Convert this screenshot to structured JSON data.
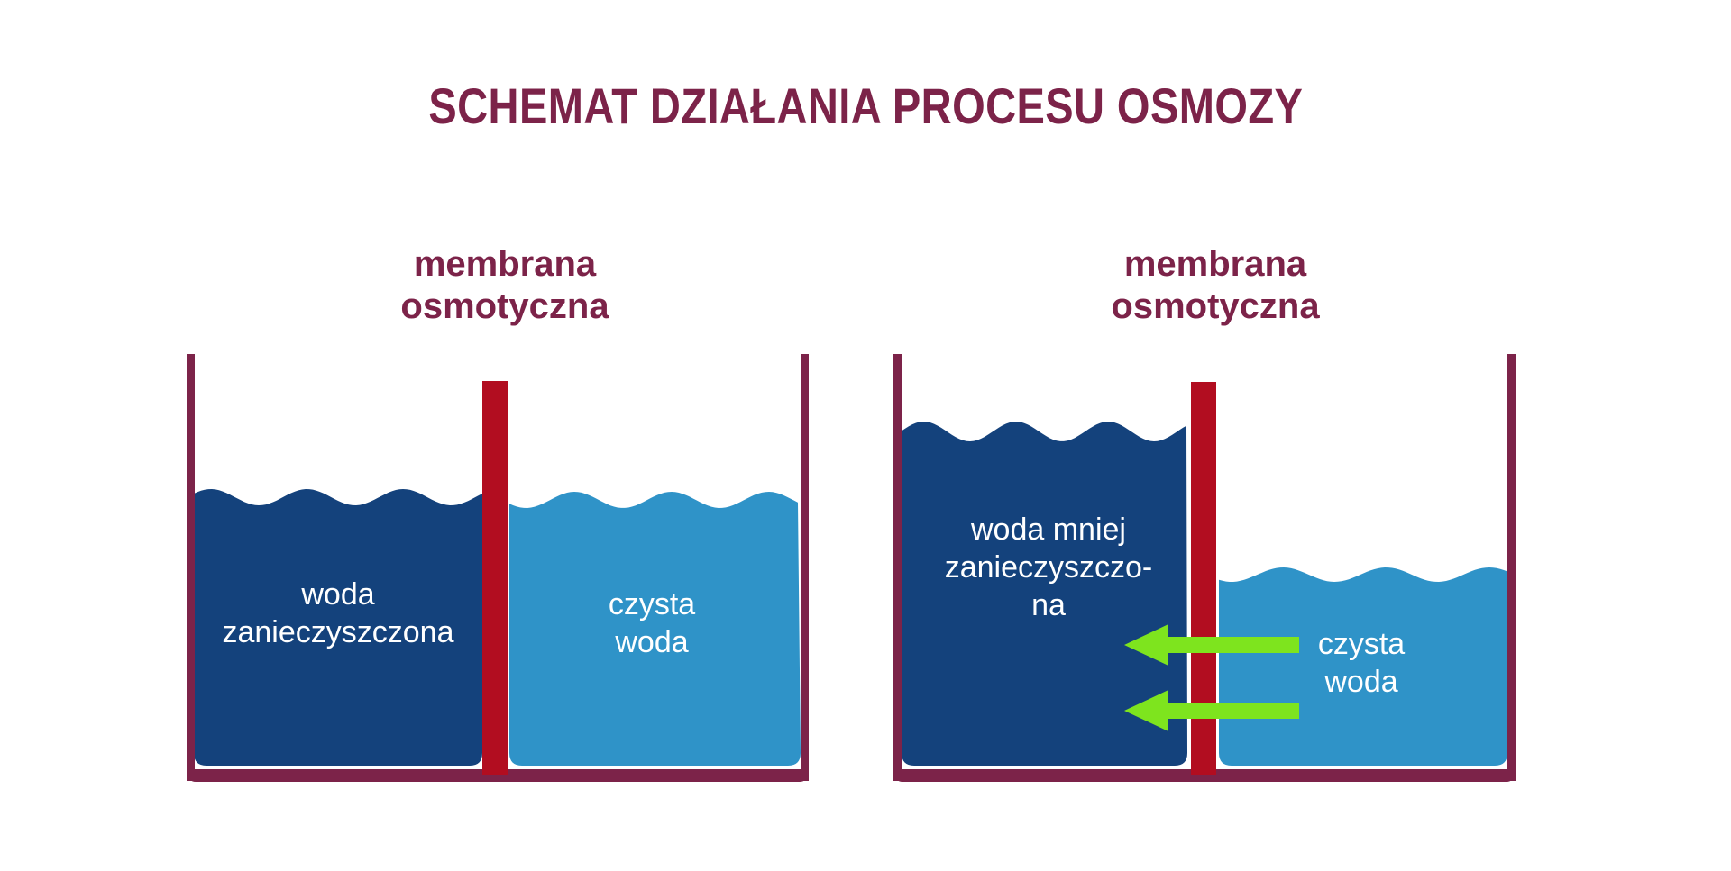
{
  "title": "SCHEMAT DZIAŁANIA PROCESU OSMOZY",
  "colors": {
    "maroon": "#7C2349",
    "membrane_red": "#B20D20",
    "contaminated_water_blue": "#14427C",
    "clean_water_blue": "#2F93C8",
    "arrow_green": "#7EE41E",
    "water_label_white": "#FFFFFF",
    "background": "#FFFFFF"
  },
  "left_diagram": {
    "membrane_label": "membrana\nosmotyczna",
    "left_water_label": "woda\nzanieczyszczona",
    "right_water_label": "czysta\nwoda"
  },
  "right_diagram": {
    "membrane_label": "membrana\nosmotyczna",
    "left_water_label": "woda mniej\nzanieczyszczo-\nna",
    "right_water_label": "czysta\nwoda",
    "flow_direction": "left",
    "flow_arrow_count": 2
  }
}
